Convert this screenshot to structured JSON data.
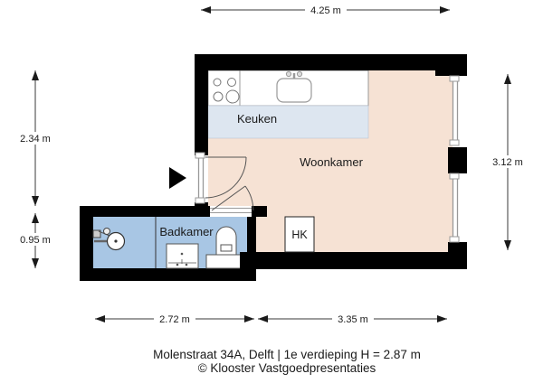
{
  "plan": {
    "rooms": {
      "kitchen": "Keuken",
      "living": "Woonkamer",
      "bathroom": "Badkamer",
      "closet": "HK"
    },
    "dimensions": {
      "top": "4.25 m",
      "left_upper": "2.34 m",
      "left_lower": "0.95 m",
      "right": "3.12 m",
      "bottom_left": "2.72 m",
      "bottom_right": "3.35 m"
    },
    "colors": {
      "wall": "#000000",
      "floor": "#f6e2d4",
      "kitchen_zone": "#dde6f0",
      "bathroom_floor": "#a8c6e4",
      "window": "#999999"
    },
    "fixtures": [
      "stove-icon",
      "sink-icon",
      "shower-icon",
      "vanity-icon",
      "toilet-icon",
      "entrance-arrow-icon"
    ]
  },
  "caption": {
    "line1": "Molenstraat 34A, Delft | 1e verdieping H = 2.87 m",
    "line2": "© Klooster Vastgoedpresentaties"
  }
}
